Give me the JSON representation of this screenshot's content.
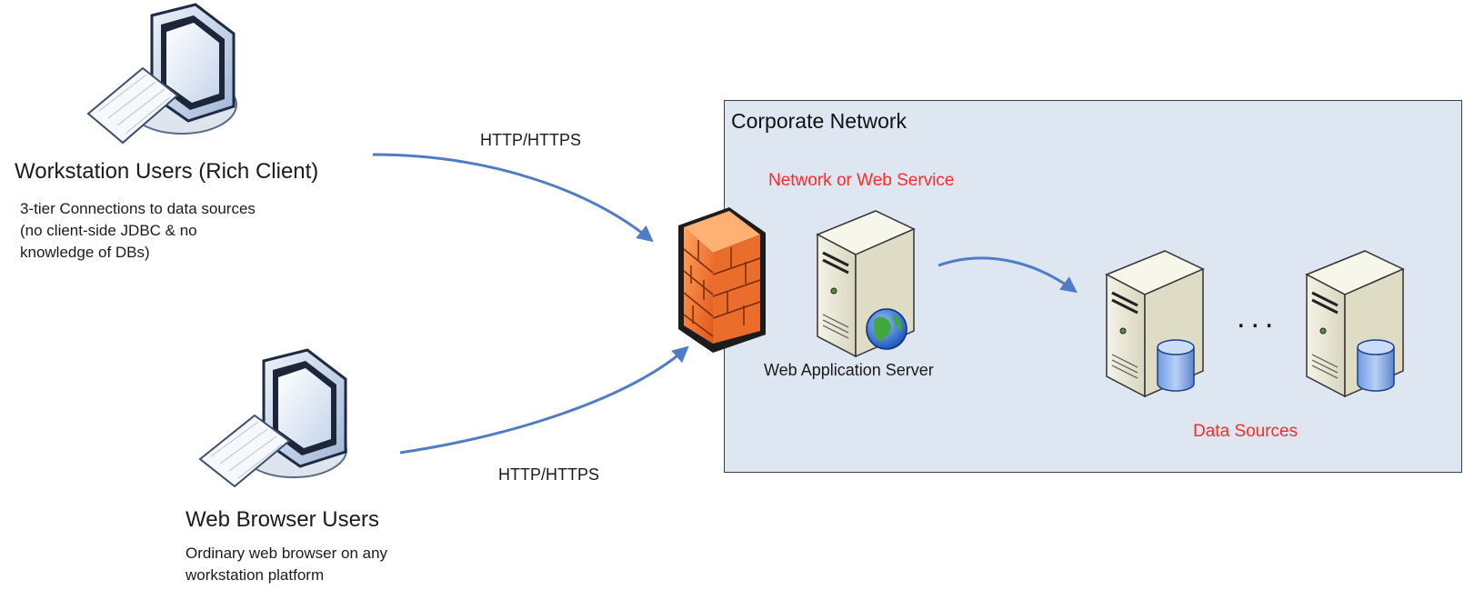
{
  "workstation": {
    "title": "Workstation Users (Rich Client)",
    "desc_line1": "3-tier Connections to data sources",
    "desc_line2": "(no client-side JDBC & no",
    "desc_line3": "knowledge of DBs)"
  },
  "browser": {
    "title": "Web Browser Users",
    "desc_line1": "Ordinary web browser on any",
    "desc_line2": "workstation platform"
  },
  "protocol_top": "HTTP/HTTPS",
  "protocol_bottom": "HTTP/HTTPS",
  "corporate": {
    "title": "Corporate Network",
    "service_label": "Network or Web Service",
    "app_server_label": "Web Application Server",
    "ellipsis": "...",
    "data_sources_label": "Data Sources"
  },
  "icons": {
    "workstation": "computer-icon",
    "browser": "computer-icon",
    "firewall": "firewall-icon",
    "app_server": "web-server-icon",
    "db_server": "database-server-icon"
  },
  "colors": {
    "arrow": "#4f7cc4",
    "corporate_bg": "#dde6f1",
    "label_red": "#ff2a2a",
    "firewall": "#f07a2a"
  }
}
